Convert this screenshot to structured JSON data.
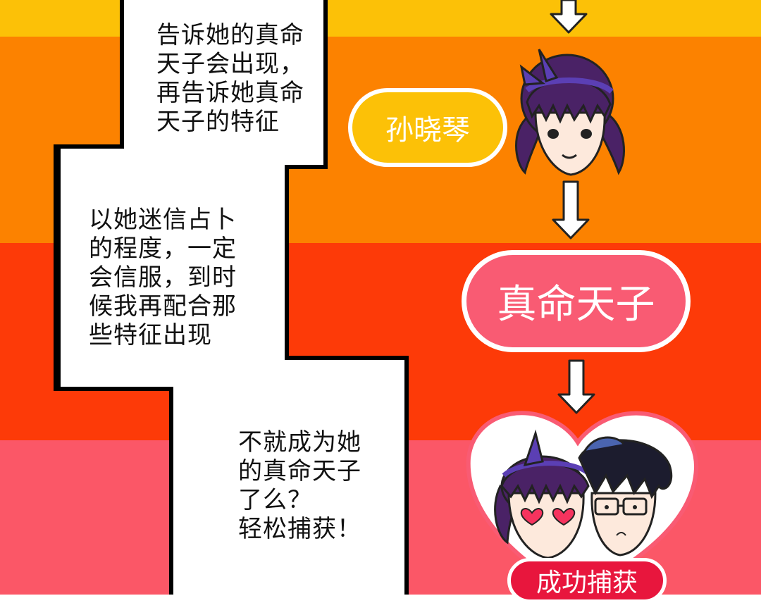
{
  "speech": {
    "block1": "告诉她的真命\n天子会出现，\n再告诉她真命\n天子的特征",
    "block2": "以她迷信占卜\n的程度，一定\n会信服，到时\n候我再配合那\n些特征出现",
    "block3": "不就成为她\n的真命天子\n了么？\n轻松捕获！"
  },
  "flow": {
    "node1": "孙晓琴",
    "node2": "真命天子",
    "node3": "成功捕获"
  },
  "colors": {
    "band_yellow": "#fcc107",
    "band_orange": "#fc8200",
    "band_red": "#fd3a08",
    "band_pink": "#fb5767",
    "node_pink": "#f95b73",
    "node_red": "#e8163d"
  },
  "icons": [
    "down-arrow-icon",
    "girl-face-icon",
    "couple-heart-icon"
  ]
}
